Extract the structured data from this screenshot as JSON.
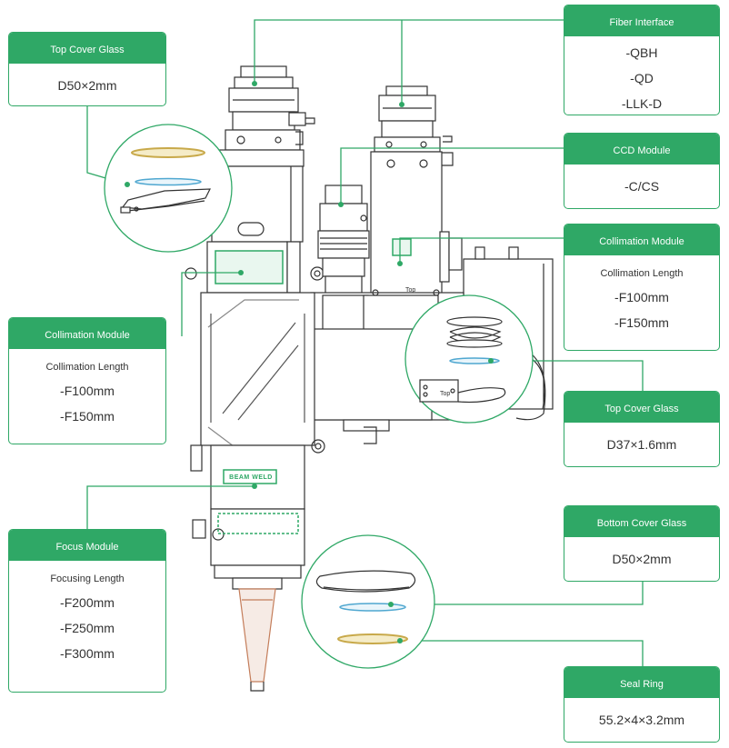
{
  "callouts": {
    "fiber_interface": {
      "title": "Fiber Interface",
      "values": [
        "-QBH",
        "-QD",
        "-LLK-D"
      ]
    },
    "ccd_module": {
      "title": "CCD Module",
      "values": [
        "-C/CS"
      ]
    },
    "collimation_right": {
      "title": "Collimation Module",
      "subtitle": "Collimation Length",
      "values": [
        "-F100mm",
        "-F150mm"
      ]
    },
    "top_cover_right": {
      "title": "Top Cover Glass",
      "values": [
        "D37×1.6mm"
      ]
    },
    "bottom_cover": {
      "title": "Bottom Cover Glass",
      "values": [
        "D50×2mm"
      ]
    },
    "seal_ring": {
      "title": "Seal Ring",
      "values": [
        "55.2×4×3.2mm"
      ]
    },
    "top_cover_left": {
      "title": "Top Cover Glass",
      "values": [
        "D50×2mm"
      ]
    },
    "collimation_left": {
      "title": "Collimation Module",
      "subtitle": "Collimation Length",
      "values": [
        "-F100mm",
        "-F150mm"
      ]
    },
    "focus_module": {
      "title": "Focus Module",
      "subtitle": "Focusing Length",
      "values": [
        "-F200mm",
        "-F250mm",
        "-F300mm"
      ]
    }
  },
  "device": {
    "brand_label": "BEAM WELD",
    "top_marker": "Top"
  },
  "colors": {
    "accent": "#2fa866",
    "line": "#333333",
    "glass": "#4fa7d0",
    "seal": "#c8a94a",
    "nozzle": "#c47d5a"
  }
}
